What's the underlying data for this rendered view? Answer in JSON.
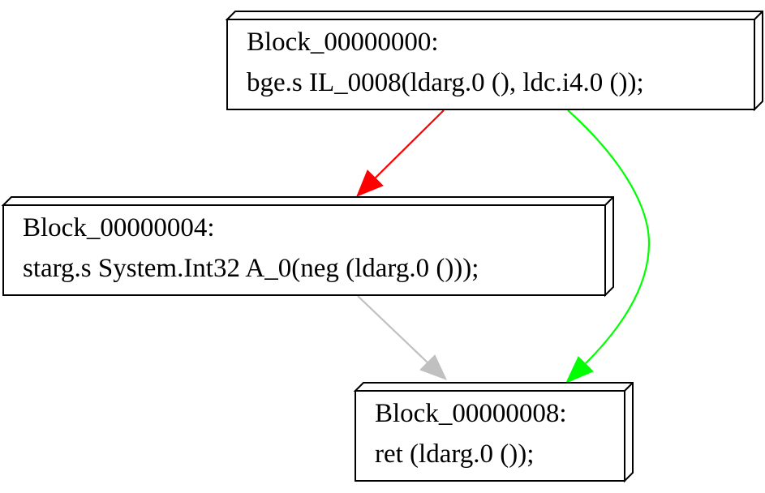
{
  "nodes": {
    "block0": {
      "label": "Block_00000000:",
      "code": "bge.s IL_0008(ldarg.0 (), ldc.i4.0 ());"
    },
    "block4": {
      "label": "Block_00000004:",
      "code": "starg.s System.Int32 A_0(neg (ldarg.0 ()));"
    },
    "block8": {
      "label": "Block_00000008:",
      "code": "ret (ldarg.0 ());"
    }
  },
  "edges": [
    {
      "from": "block0",
      "to": "block4",
      "color": "#ff0000"
    },
    {
      "from": "block0",
      "to": "block8",
      "color": "#00ff00"
    },
    {
      "from": "block4",
      "to": "block8",
      "color": "#c0c0c0"
    }
  ]
}
